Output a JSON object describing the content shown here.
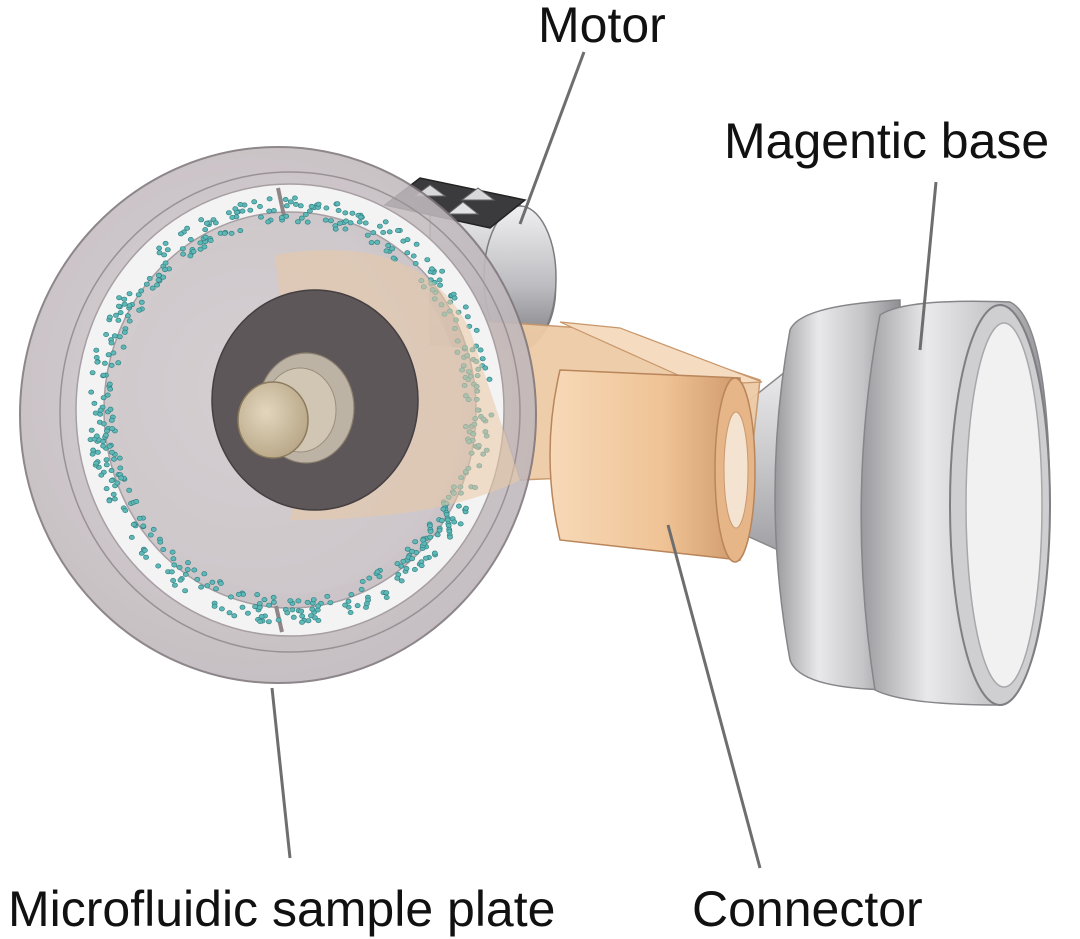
{
  "labels": {
    "motor": "Motor",
    "magnetic_base": "Magentic base",
    "sample_plate": "Microfluidic sample plate",
    "connector": "Connector"
  },
  "colors": {
    "leader_line": "#6e6e6e",
    "disk_fill": "#c9c3c6",
    "disk_edge": "#8c8489",
    "metal_light": "#e4e4e6",
    "metal_dark": "#8d8d90",
    "connector_fill": "#f2c9a0",
    "connector_shadow": "#d39e73",
    "particle": "#5fb8b8",
    "hub_dark": "#5a5456",
    "shaft": "#c8b89a"
  }
}
